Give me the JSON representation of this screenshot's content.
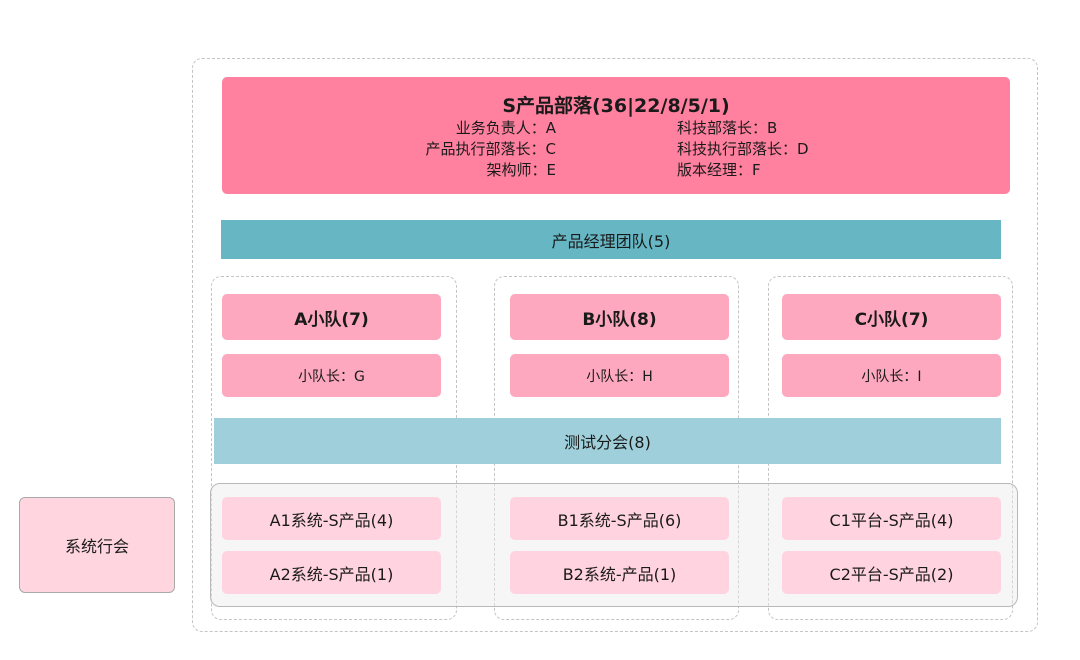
{
  "tribe": {
    "title": "S产品部落(36|22/8/5/1)",
    "roles_left": [
      "业务负责人：A",
      "产品执行部落长：C",
      "架构师：E"
    ],
    "roles_right": [
      "科技部落长：B",
      "科技执行部落长：D",
      "版本经理：F"
    ]
  },
  "pm_team": "产品经理团队(5)",
  "teams": [
    {
      "title": "A小队(7)",
      "leader": "小队长：G"
    },
    {
      "title": "B小队(8)",
      "leader": "小队长：H"
    },
    {
      "title": "C小队(7)",
      "leader": "小队长：I"
    }
  ],
  "test_chapter": "测试分会(8)",
  "systems": {
    "A": [
      "A1系统-S产品(4)",
      "A2系统-S产品(1)"
    ],
    "B": [
      "B1系统-S产品(6)",
      "B2系统-产品(1)"
    ],
    "C": [
      "C1平台-S产品(4)",
      "C2平台-S产品(2)"
    ]
  },
  "guild": "系统行会",
  "colors": {
    "tribe": "#ff809f",
    "pm_team": "#66b6c4",
    "team": "#fda8bf",
    "test_chapter": "#9fcfda",
    "system": "#ffd3df",
    "guild": "#ffd6e0"
  }
}
